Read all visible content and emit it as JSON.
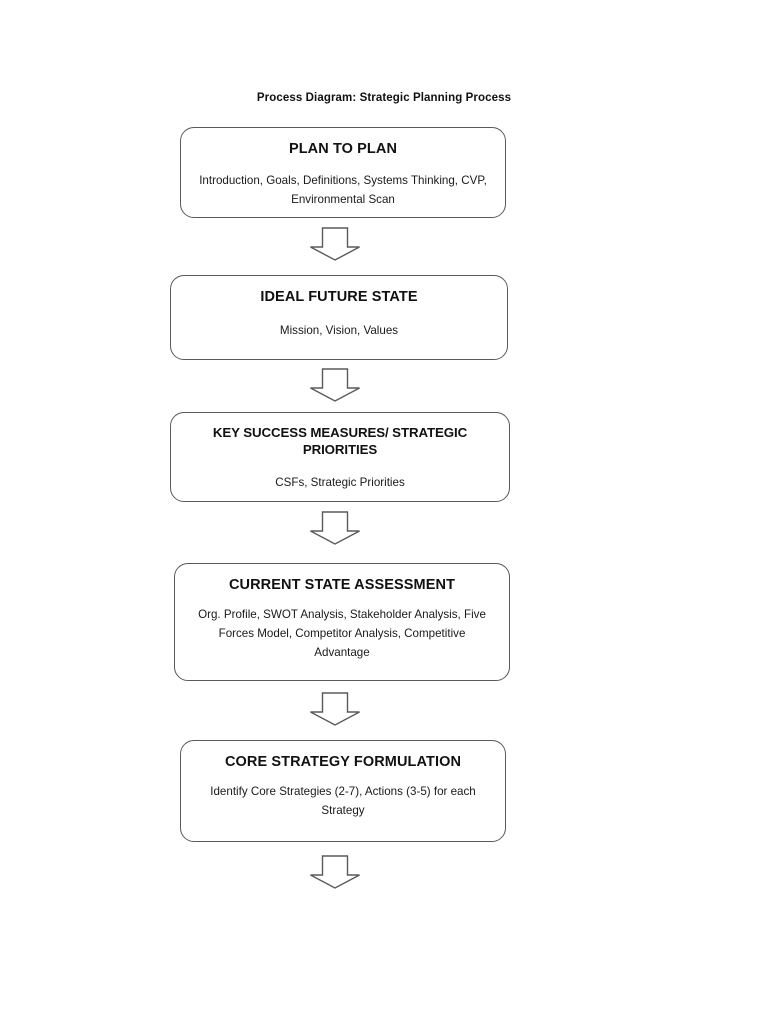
{
  "document": {
    "title": "Process Diagram: Strategic Planning Process",
    "background_color": "#ffffff",
    "text_color": "#1a1a1a",
    "box_border_color": "#5a5a5a",
    "arrow_stroke_color": "#5a5a5a"
  },
  "diagram": {
    "type": "flowchart",
    "orientation": "vertical",
    "steps": [
      {
        "id": "plan-to-plan",
        "heading": "PLAN TO PLAN",
        "body": "Introduction, Goals, Definitions, Systems Thinking, CVP, Environmental Scan"
      },
      {
        "id": "ideal-future-state",
        "heading": "IDEAL FUTURE STATE",
        "body": "Mission, Vision, Values"
      },
      {
        "id": "key-success-measures",
        "heading": "KEY SUCCESS MEASURES/ STRATEGIC PRIORITIES",
        "body": "CSFs, Strategic Priorities"
      },
      {
        "id": "current-state-assessment",
        "heading": "CURRENT STATE ASSESSMENT",
        "body": "Org. Profile, SWOT Analysis, Stakeholder Analysis, Five Forces Model, Competitor Analysis, Competitive Advantage"
      },
      {
        "id": "core-strategy-formulation",
        "heading": "CORE STRATEGY FORMULATION",
        "body": "Identify Core Strategies (2-7), Actions (3-5) for each Strategy"
      }
    ],
    "connectors": [
      {
        "id": "arrow-1",
        "icon": "down-block-arrow-icon",
        "from": "plan-to-plan",
        "to": "ideal-future-state"
      },
      {
        "id": "arrow-2",
        "icon": "down-block-arrow-icon",
        "from": "ideal-future-state",
        "to": "key-success-measures"
      },
      {
        "id": "arrow-3",
        "icon": "down-block-arrow-icon",
        "from": "key-success-measures",
        "to": "current-state-assessment"
      },
      {
        "id": "arrow-4",
        "icon": "down-block-arrow-icon",
        "from": "current-state-assessment",
        "to": "core-strategy-formulation"
      },
      {
        "id": "arrow-5",
        "icon": "down-block-arrow-icon",
        "from": "core-strategy-formulation",
        "to": ""
      }
    ]
  }
}
